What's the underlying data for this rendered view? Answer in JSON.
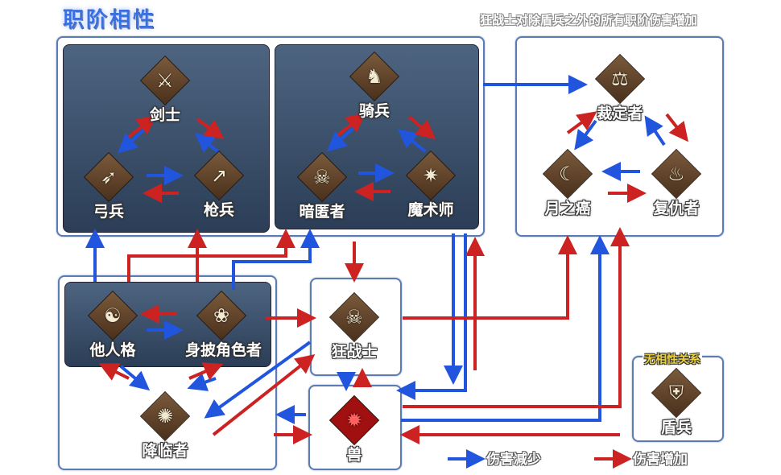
{
  "title": "职阶相性",
  "note": "狂战士对除盾兵之外的所有职阶伤害增加",
  "classes": {
    "saber": "剑士",
    "archer": "弓兵",
    "lancer": "枪兵",
    "rider": "骑兵",
    "assassin": "暗匿者",
    "caster": "魔术师",
    "ruler": "裁定者",
    "mooncancer": "月之癌",
    "avenger": "复仇者",
    "alterego": "他人格",
    "pretender": "身披角色者",
    "foreigner": "降临者",
    "berserker": "狂战士",
    "beast": "兽",
    "shielder": "盾兵"
  },
  "no_affinity_label": "无相性关系",
  "legend": {
    "decrease": "伤害减少",
    "increase": "伤害增加"
  },
  "colors": {
    "decrease": "#2255dd",
    "increase": "#cc2222",
    "title": "#3a6fe0"
  }
}
